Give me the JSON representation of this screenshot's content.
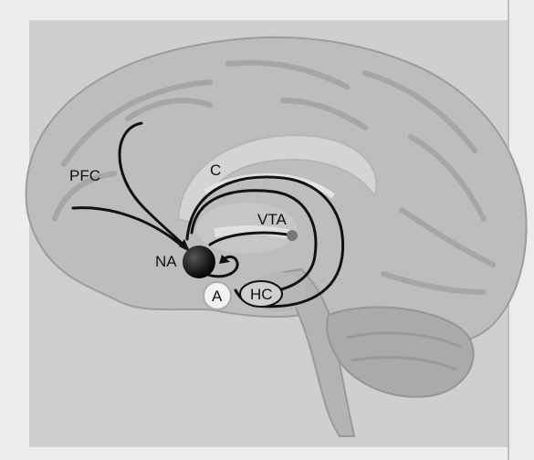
{
  "labels": {
    "pfc": "PFC",
    "c": "C",
    "vta": "VTA",
    "na": "NA",
    "a": "A",
    "hc": "HC"
  },
  "colors": {
    "paper": "#ececec",
    "panel": "#cfcfcf",
    "brain_fill": "#bdbdbd",
    "brain_shadow": "#a9a9a9",
    "cerebellum": "#aaaaaa",
    "pathway": "#111111"
  }
}
